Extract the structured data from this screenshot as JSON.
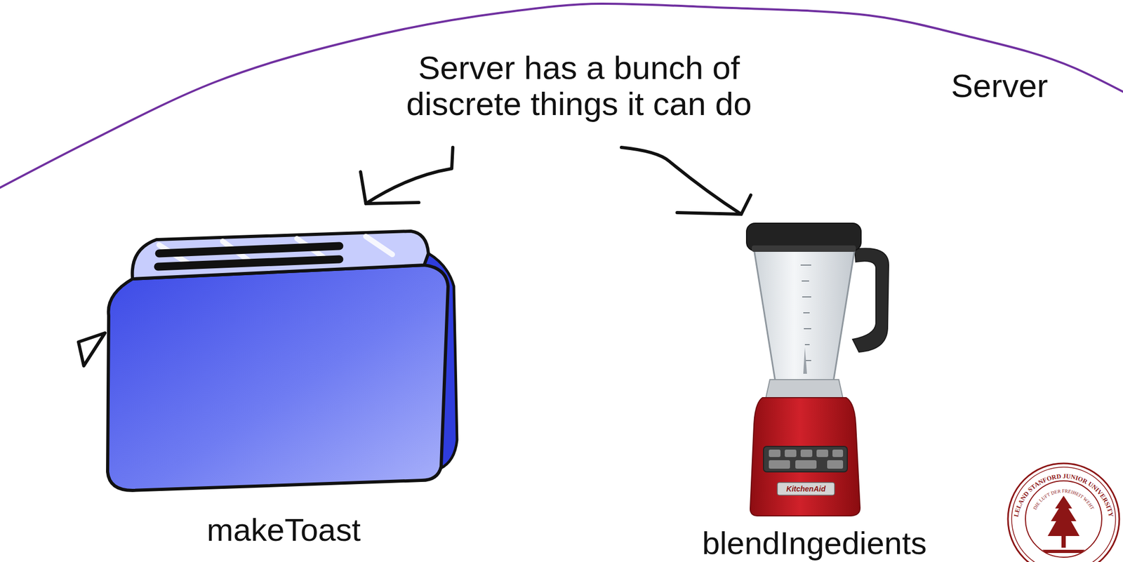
{
  "diagram": {
    "nodes": [
      {
        "text": [
          "Server"
        ]
      },
      {
        "text": [
          "makeToast"
        ],
        "in": 0
      },
      {
        "text": [
          "blendIngedients"
        ],
        "in": 0
      }
    ],
    "labels": [
      "Server has a bunch of discrete things it can do",
      "KitchenAid",
      "LELAND STANFORD JUNIOR UNIVERSITY",
      "DIE LUFT DER FREIHEIT WEHT"
    ]
  }
}
